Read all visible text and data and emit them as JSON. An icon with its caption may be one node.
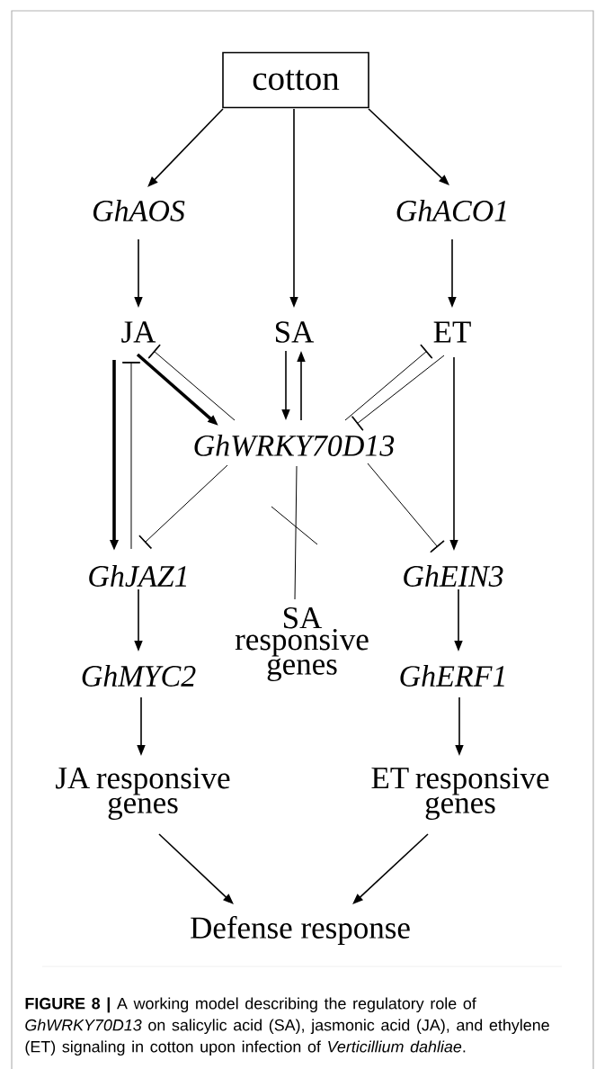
{
  "diagram": {
    "caption": "**FIGURE 8 |** A working model describing the regulatory role of *GhWRKY70D13* on salicylic acid (SA), jasmonic acid (JA), and ethylene (ET) signaling in cotton upon infection of *Verticillium dahliae*.",
    "nodes": [
      {
        "text": [
          "cotton"
        ]
      },
      {
        "text": [
          "GhAOS"
        ]
      },
      {
        "text": [
          "GhACO1"
        ]
      },
      {
        "text": [
          "JA"
        ]
      },
      {
        "text": [
          "SA"
        ]
      },
      {
        "text": [
          "ET"
        ]
      },
      {
        "text": [
          "GhWRKY70D13"
        ]
      },
      {
        "text": [
          "GhJAZ1"
        ]
      },
      {
        "text": [
          "GhEIN3"
        ]
      },
      {
        "text": [
          "SA responsive genes"
        ]
      },
      {
        "text": [
          "GhMYC2"
        ]
      },
      {
        "text": [
          "GhERF1"
        ]
      },
      {
        "text": [
          "JA responsive genes"
        ]
      },
      {
        "text": [
          "ET responsive genes"
        ]
      },
      {
        "text": [
          "Defense response"
        ]
      }
    ],
    "edges": [
      {
        "from": 0,
        "to": 1,
        "arrow": "to"
      },
      {
        "from": 0,
        "to": 4,
        "arrow": "to"
      },
      {
        "from": 0,
        "to": 2,
        "arrow": "to"
      },
      {
        "from": 1,
        "to": 3,
        "arrow": "to"
      },
      {
        "from": 2,
        "to": 5,
        "arrow": "to"
      },
      {
        "from": 3,
        "to": 6,
        "arrow": "to",
        "style": "thick"
      },
      {
        "from": 6,
        "to": 3,
        "arrow": "other"
      },
      {
        "from": 4,
        "to": 6,
        "arrow": "to"
      },
      {
        "from": 6,
        "to": 4,
        "arrow": "to"
      },
      {
        "from": 6,
        "to": 5,
        "arrow": "other"
      },
      {
        "from": 5,
        "to": 6,
        "arrow": "other"
      },
      {
        "from": 3,
        "to": 7,
        "arrow": "to",
        "style": "thick"
      },
      {
        "from": 7,
        "to": 3,
        "arrow": "other"
      },
      {
        "from": 6,
        "to": 7,
        "arrow": "other"
      },
      {
        "from": 6,
        "to": 9,
        "arrow": "none"
      },
      {
        "from": 6,
        "to": 8,
        "arrow": "other"
      },
      {
        "from": 5,
        "to": 8,
        "arrow": "to"
      },
      {
        "from": 7,
        "to": 10,
        "arrow": "to"
      },
      {
        "from": 8,
        "to": 11,
        "arrow": "to"
      },
      {
        "from": 10,
        "to": 12,
        "arrow": "to"
      },
      {
        "from": 11,
        "to": 13,
        "arrow": "to"
      },
      {
        "from": 12,
        "to": 14,
        "arrow": "to"
      },
      {
        "from": 13,
        "to": 14,
        "arrow": "to"
      }
    ]
  }
}
